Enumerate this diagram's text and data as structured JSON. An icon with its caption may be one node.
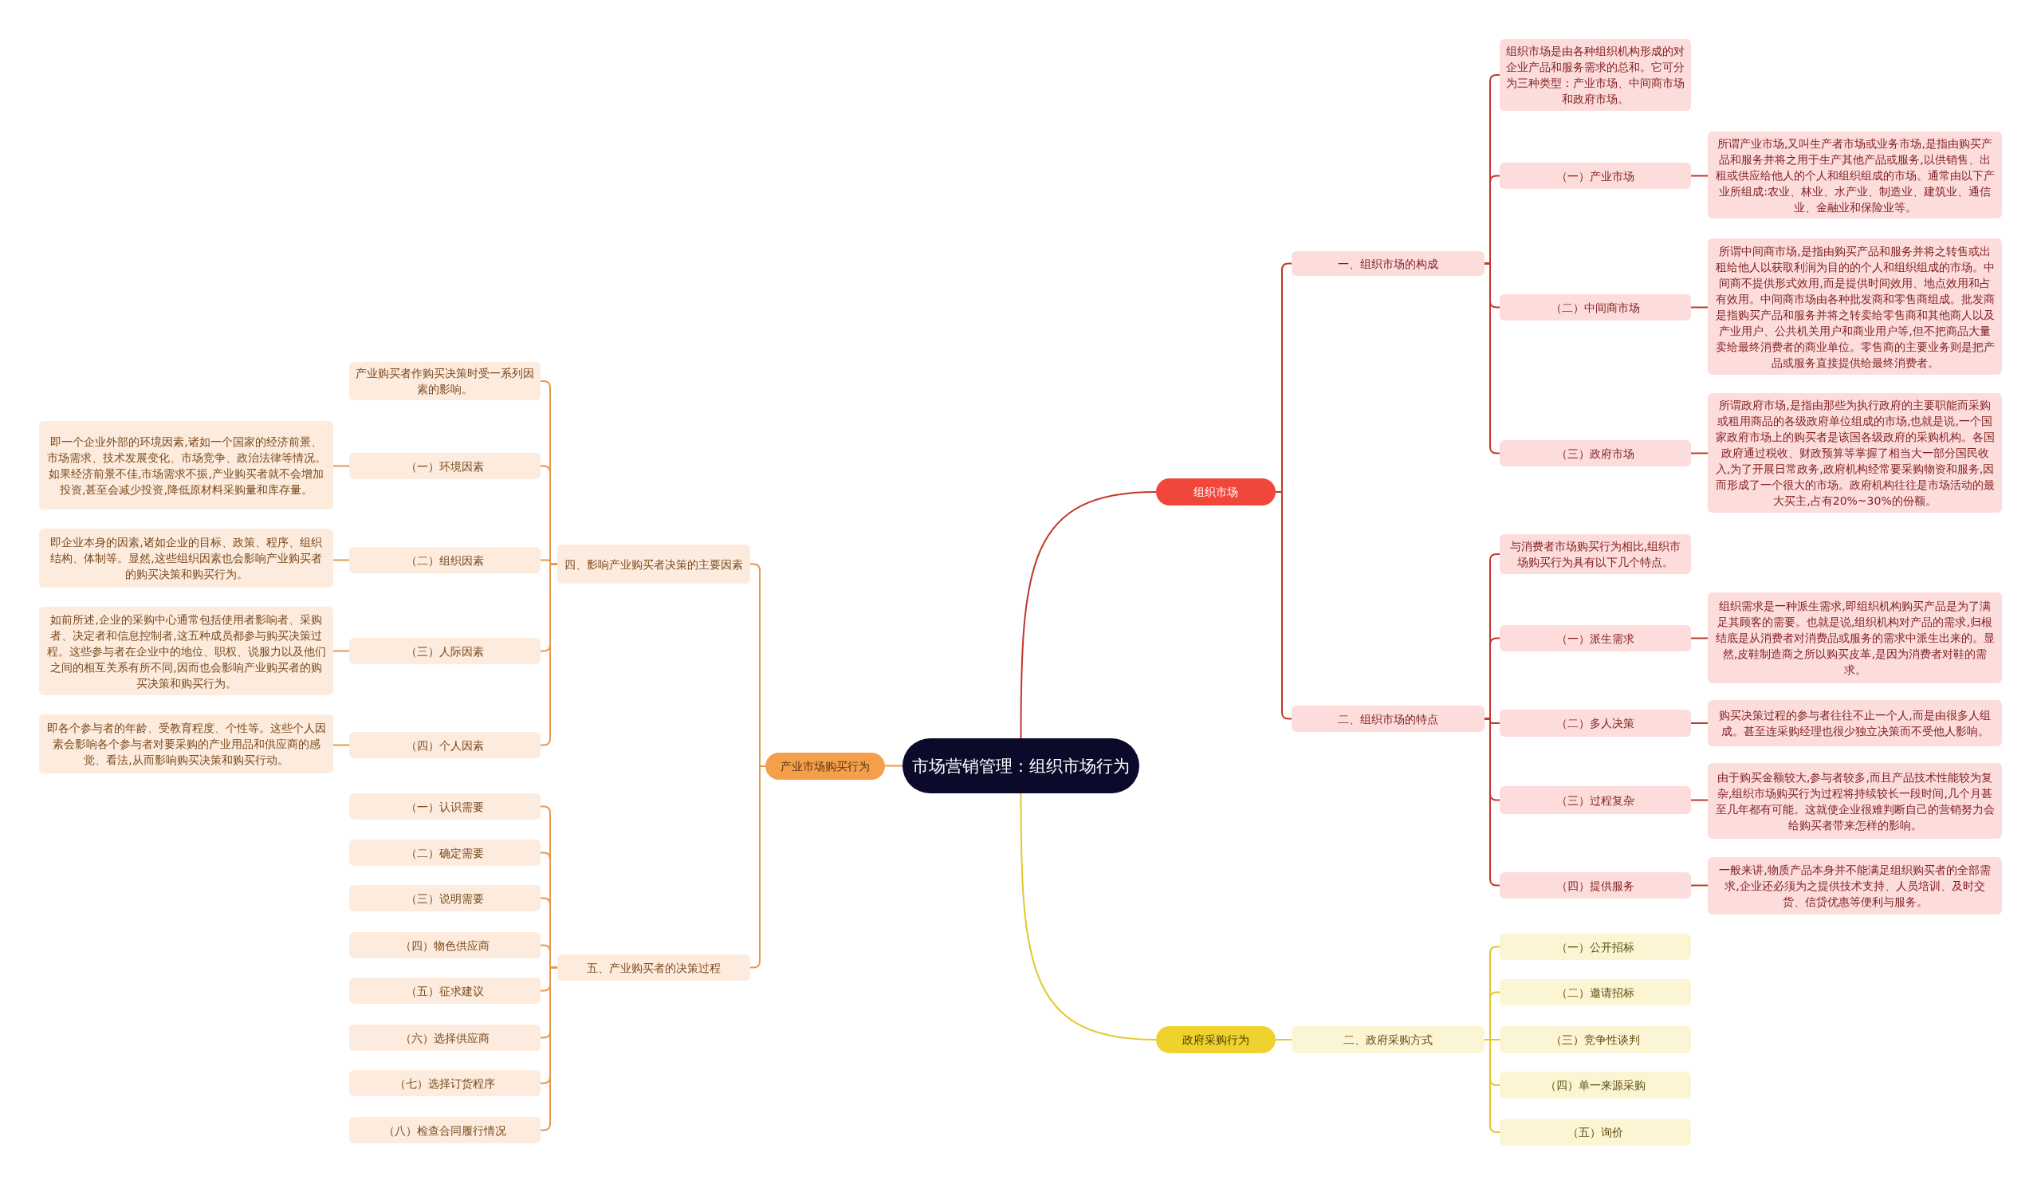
{
  "diagram": {
    "nodes": [
      {
        "text": [
          "市场营销管理：组织市场行为"
        ]
      },
      {
        "text": [
          "组织市场"
        ]
      },
      {
        "text": [
          "一、组织市场的构成"
        ]
      },
      {
        "text": [
          "组织市场是由各种组织机构形成的对企业产品和服务需求的总和。它可分为三种类型：产业市场、中间商市场和政府市场。"
        ]
      },
      {
        "text": [
          "（一）产业市场"
        ]
      },
      {
        "text": [
          "所谓产业市场,又叫生产者市场或业务市场,是指由购买产品和服务并将之用于生产其他产品或服务,以供销售、出租或供应给他人的个人和组织组成的市场。通常由以下产业所组成:农业、林业、水产业、制造业、建筑业、通信业、金融业和保险业等。"
        ]
      },
      {
        "text": [
          "（二）中间商市场"
        ]
      },
      {
        "text": [
          "所谓中间商市场,是指由购买产品和服务并将之转售或出租给他人以获取利润为目的的个人和组织组成的市场。中间商不提供形式效用,而是提供时间效用、地点效用和占有效用。中间商市场由各种批发商和零售商组成。批发商是指购买产品和服务并将之转卖给零售商和其他商人以及产业用户、公共机关用户和商业用户等,但不把商品大量卖给最终消费者的商业单位。零售商的主要业务则是把产品或服务直接提供给最终消费者。"
        ]
      },
      {
        "text": [
          "（三）政府市场"
        ]
      },
      {
        "text": [
          "所谓政府市场,是指由那些为执行政府的主要职能而采购或租用商品的各级政府单位组成的市场,也就是说,一个国家政府市场上的购买者是该国各级政府的采购机构。各国政府通过税收、财政预算等掌握了相当大一部分国民收入,为了开展日常政务,政府机构经常要采购物资和服务,因而形成了一个很大的市场。政府机构往往是市场活动的最大买主,占有20%~30%的份额。"
        ]
      },
      {
        "text": [
          "二、组织市场的特点"
        ]
      },
      {
        "text": [
          "与消费者市场购买行为相比,组织市场购买行为具有以下几个特点。"
        ]
      },
      {
        "text": [
          "（一）派生需求"
        ]
      },
      {
        "text": [
          "组织需求是一种派生需求,即组织机构购买产品是为了满足其顾客的需要。也就是说,组织机构对产品的需求,归根结底是从消费者对消费品或服务的需求中派生出来的。显然,皮鞋制造商之所以购买皮革,是因为消费者对鞋的需求。"
        ]
      },
      {
        "text": [
          "（二）多人决策"
        ]
      },
      {
        "text": [
          "购买决策过程的参与者往往不止一个人,而是由很多人组成。甚至连采购经理也很少独立决策而不受他人影响。"
        ]
      },
      {
        "text": [
          "（三）过程复杂"
        ]
      },
      {
        "text": [
          "由于购买金额较大,参与者较多,而且产品技术性能较为复杂,组织市场购买行为过程将持续较长一段时间,几个月甚至几年都有可能。这就使企业很难判断自己的营销努力会给购买者带来怎样的影响。"
        ]
      },
      {
        "text": [
          "（四）提供服务"
        ]
      },
      {
        "text": [
          "一般来讲,物质产品本身并不能满足组织购买者的全部需求,企业还必须为之提供技术支持、人员培训、及时交货、信贷优惠等便利与服务。"
        ]
      },
      {
        "text": [
          "产业市场购买行为"
        ]
      },
      {
        "text": [
          "四、影响产业购买者决策的主要因素"
        ]
      },
      {
        "text": [
          "产业购买者作购买决策时受一系列因素的影响。"
        ]
      },
      {
        "text": [
          "（一）环境因素"
        ]
      },
      {
        "text": [
          "即一个企业外部的环境因素,诸如一个国家的经济前景、市场需求、技术发展变化、市场竞争、政治法律等情况。如果经济前景不佳,市场需求不振,产业购买者就不会增加投资,甚至会减少投资,降低原材料采购量和库存量。"
        ]
      },
      {
        "text": [
          "（二）组织因素"
        ]
      },
      {
        "text": [
          "即企业本身的因素,诸如企业的目标、政策、程序、组织结构、体制等。显然,这些组织因素也会影响产业购买者的购买决策和购买行为。"
        ]
      },
      {
        "text": [
          "（三）人际因素"
        ]
      },
      {
        "text": [
          "如前所述,企业的采购中心通常包括使用者影响者、采购者、决定者和信息控制者,这五种成员都参与购买决策过程。这些参与者在企业中的地位、职权、说服力以及他们之间的相互关系有所不同,因而也会影响产业购买者的购买决策和购买行为。"
        ]
      },
      {
        "text": [
          "（四）个人因素"
        ]
      },
      {
        "text": [
          "即各个参与者的年龄、受教育程度、个性等。这些个人因素会影响各个参与者对要采购的产业用品和供应商的感觉、看法,从而影响购买决策和购买行动。"
        ]
      },
      {
        "text": [
          "五、产业购买者的决策过程"
        ]
      },
      {
        "text": [
          "（一）认识需要"
        ]
      },
      {
        "text": [
          "（二）确定需要"
        ]
      },
      {
        "text": [
          "（三）说明需要"
        ]
      },
      {
        "text": [
          "（四）物色供应商"
        ]
      },
      {
        "text": [
          "（五）征求建议"
        ]
      },
      {
        "text": [
          "（六）选择供应商"
        ]
      },
      {
        "text": [
          "（七）选择订货程序"
        ]
      },
      {
        "text": [
          "（八）检查合同履行情况"
        ]
      },
      {
        "text": [
          "政府采购行为"
        ]
      },
      {
        "text": [
          "二、政府采购方式"
        ]
      },
      {
        "text": [
          "（一）公开招标"
        ]
      },
      {
        "text": [
          "（二）邀请招标"
        ]
      },
      {
        "text": [
          "（三）竞争性谈判"
        ]
      },
      {
        "text": [
          "（四）单一来源采购"
        ]
      },
      {
        "text": [
          "（五）询价"
        ]
      }
    ],
    "edges": [
      {
        "from": 0,
        "to": 1,
        "arrow": "none",
        "color": "#c0392b"
      },
      {
        "from": 1,
        "to": 2,
        "arrow": "none",
        "color": "#c0392b"
      },
      {
        "from": 2,
        "to": 3,
        "arrow": "none",
        "color": "#c0392b"
      },
      {
        "from": 2,
        "to": 4,
        "arrow": "none",
        "color": "#c0392b"
      },
      {
        "from": 4,
        "to": 5,
        "arrow": "none",
        "color": "#c0392b"
      },
      {
        "from": 2,
        "to": 6,
        "arrow": "none",
        "color": "#c0392b"
      },
      {
        "from": 6,
        "to": 7,
        "arrow": "none",
        "color": "#c0392b"
      },
      {
        "from": 2,
        "to": 8,
        "arrow": "none",
        "color": "#c0392b"
      },
      {
        "from": 8,
        "to": 9,
        "arrow": "none",
        "color": "#c0392b"
      },
      {
        "from": 1,
        "to": 10,
        "arrow": "none",
        "color": "#c0392b"
      },
      {
        "from": 10,
        "to": 11,
        "arrow": "none",
        "color": "#c0392b"
      },
      {
        "from": 10,
        "to": 12,
        "arrow": "none",
        "color": "#c0392b"
      },
      {
        "from": 12,
        "to": 13,
        "arrow": "none",
        "color": "#c0392b"
      },
      {
        "from": 10,
        "to": 14,
        "arrow": "none",
        "color": "#c0392b"
      },
      {
        "from": 14,
        "to": 15,
        "arrow": "none",
        "color": "#c0392b"
      },
      {
        "from": 10,
        "to": 16,
        "arrow": "none",
        "color": "#c0392b"
      },
      {
        "from": 16,
        "to": 17,
        "arrow": "none",
        "color": "#c0392b"
      },
      {
        "from": 10,
        "to": 18,
        "arrow": "none",
        "color": "#c0392b"
      },
      {
        "from": 18,
        "to": 19,
        "arrow": "none",
        "color": "#c0392b"
      },
      {
        "from": 0,
        "to": 20,
        "arrow": "none",
        "color": "#e39a4f"
      },
      {
        "from": 20,
        "to": 21,
        "arrow": "none",
        "color": "#e39a4f"
      },
      {
        "from": 21,
        "to": 22,
        "arrow": "none",
        "color": "#e39a4f"
      },
      {
        "from": 21,
        "to": 23,
        "arrow": "none",
        "color": "#e39a4f"
      },
      {
        "from": 23,
        "to": 24,
        "arrow": "none",
        "color": "#e39a4f"
      },
      {
        "from": 21,
        "to": 25,
        "arrow": "none",
        "color": "#e39a4f"
      },
      {
        "from": 25,
        "to": 26,
        "arrow": "none",
        "color": "#e39a4f"
      },
      {
        "from": 21,
        "to": 27,
        "arrow": "none",
        "color": "#e39a4f"
      },
      {
        "from": 27,
        "to": 28,
        "arrow": "none",
        "color": "#e39a4f"
      },
      {
        "from": 21,
        "to": 29,
        "arrow": "none",
        "color": "#e39a4f"
      },
      {
        "from": 29,
        "to": 30,
        "arrow": "none",
        "color": "#e39a4f"
      },
      {
        "from": 20,
        "to": 31,
        "arrow": "none",
        "color": "#e39a4f"
      },
      {
        "from": 31,
        "to": 32,
        "arrow": "none",
        "color": "#e39a4f"
      },
      {
        "from": 31,
        "to": 33,
        "arrow": "none",
        "color": "#e39a4f"
      },
      {
        "from": 31,
        "to": 34,
        "arrow": "none",
        "color": "#e39a4f"
      },
      {
        "from": 31,
        "to": 35,
        "arrow": "none",
        "color": "#e39a4f"
      },
      {
        "from": 31,
        "to": 36,
        "arrow": "none",
        "color": "#e39a4f"
      },
      {
        "from": 31,
        "to": 37,
        "arrow": "none",
        "color": "#e39a4f"
      },
      {
        "from": 31,
        "to": 38,
        "arrow": "none",
        "color": "#e39a4f"
      },
      {
        "from": 31,
        "to": 39,
        "arrow": "none",
        "color": "#e39a4f"
      },
      {
        "from": 0,
        "to": 40,
        "arrow": "none",
        "color": "#e6c62e"
      },
      {
        "from": 40,
        "to": 41,
        "arrow": "none",
        "color": "#e6c62e"
      },
      {
        "from": 41,
        "to": 42,
        "arrow": "none",
        "color": "#e6c62e"
      },
      {
        "from": 41,
        "to": 43,
        "arrow": "none",
        "color": "#e6c62e"
      },
      {
        "from": 41,
        "to": 44,
        "arrow": "none",
        "color": "#e6c62e"
      },
      {
        "from": 41,
        "to": 45,
        "arrow": "none",
        "color": "#e6c62e"
      },
      {
        "from": 41,
        "to": 46,
        "arrow": "none",
        "color": "#e6c62e"
      }
    ]
  }
}
